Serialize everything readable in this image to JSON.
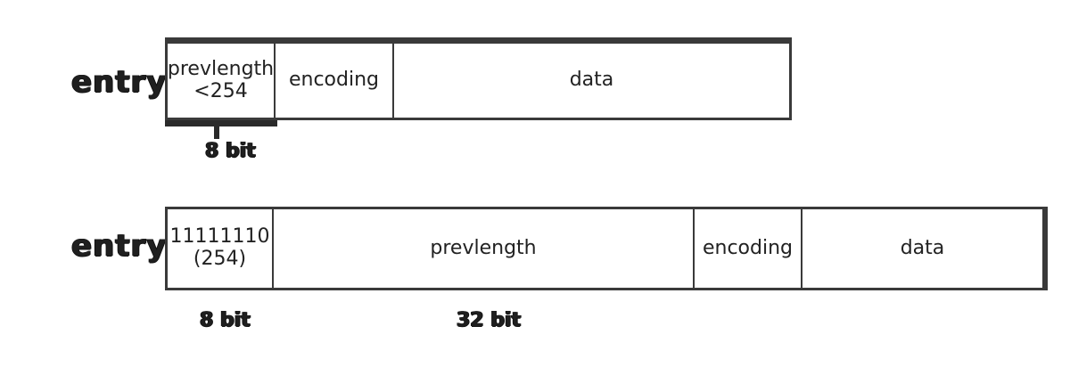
{
  "entry1": {
    "label": "entry",
    "fields": {
      "prevlength_line1": "prevlength",
      "prevlength_line2": "<254",
      "encoding": "encoding",
      "data": "data"
    },
    "size_label": "8 bit"
  },
  "entry2": {
    "label": "entry",
    "fields": {
      "marker_line1": "11111110",
      "marker_line2": "(254)",
      "prevlength": "prevlength",
      "encoding": "encoding",
      "data": "data"
    },
    "marker_size_label": "8 bit",
    "prevlength_size_label": "32 bit"
  }
}
